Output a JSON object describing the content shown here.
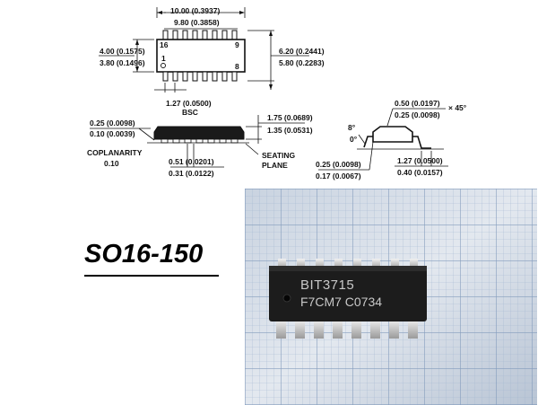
{
  "package_title": "SO16-150",
  "dims": {
    "top_len_a": "10.00 (0.3937)",
    "top_len_b": "9.80 (0.3858)",
    "body_w_a": "4.00 (0.1575)",
    "body_w_b": "3.80 (0.1496)",
    "span_a": "6.20 (0.2441)",
    "span_b": "5.80 (0.2283)",
    "pitch": "1.27 (0.0500)",
    "pitch_note": "BSC",
    "standoff_a": "0.25 (0.0098)",
    "standoff_b": "0.10 (0.0039)",
    "height_a": "1.75 (0.0689)",
    "height_b": "1.35 (0.0531)",
    "coplanarity_label": "COPLANARITY",
    "coplanarity_value": "0.10",
    "lead_w_a": "0.51 (0.0201)",
    "lead_w_b": "0.31 (0.0122)",
    "seating_1": "SEATING",
    "seating_2": "PLANE",
    "chamfer_a": "0.50 (0.0197)",
    "chamfer_b": "0.25 (0.0098)",
    "chamfer_x": "× 45°",
    "angle_a": "8°",
    "angle_b": "0°",
    "foot_a": "1.27 (0.0500)",
    "foot_b": "0.40 (0.0157)",
    "thick_a": "0.25 (0.0098)",
    "thick_b": "0.17 (0.0067)"
  },
  "pins": {
    "p16": "16",
    "p9": "9",
    "p1": "1",
    "p8": "8"
  },
  "chip_marking": {
    "line1": "BIT3715",
    "line2": "F7CM7 C0734"
  },
  "colors": {
    "chip_body": "#1c1c1c",
    "grid_bg": "#dfe6ef",
    "grid_line": "#8fa7c6"
  }
}
